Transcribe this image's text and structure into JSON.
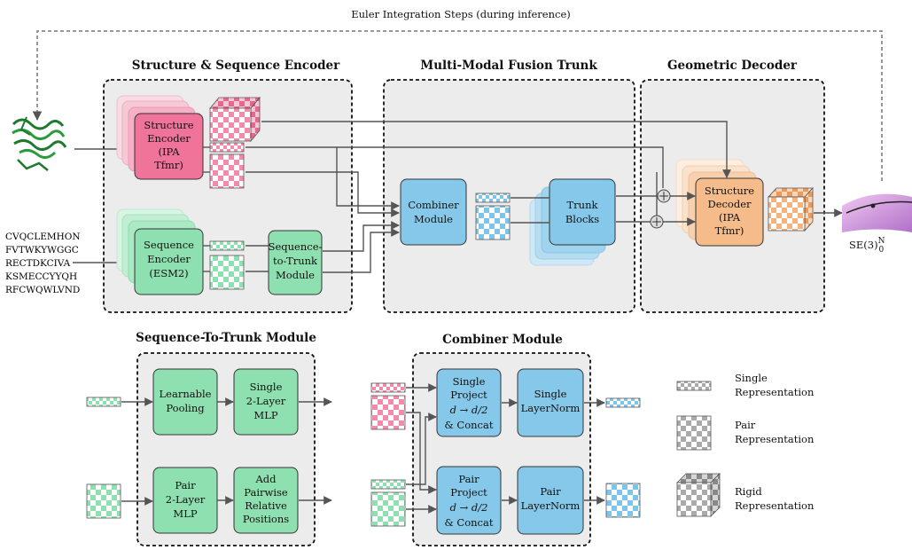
{
  "top_label": "Euler Integration Steps (during inference)",
  "titles": {
    "encoder": "Structure & Sequence Encoder",
    "fusion": "Multi-Modal Fusion Trunk",
    "decoder": "Geometric Decoder",
    "s2t": "Sequence-To-Trunk Module",
    "combiner": "Combiner Module"
  },
  "sequence_lines": [
    "CVQCLEMHON",
    "FVTWKYWGGC",
    "RECTDKCIVA",
    "KSMECCYYQH",
    "RFCWQWLVND"
  ],
  "boxes": {
    "structure_encoder": [
      "Structure",
      "Encoder",
      "(IPA",
      "Tfmr)"
    ],
    "sequence_encoder": [
      "Sequence",
      "Encoder",
      "(ESM2)"
    ],
    "seq_to_trunk": [
      "Sequence-",
      "to-Trunk",
      "Module"
    ],
    "combiner": [
      "Combiner",
      "Module"
    ],
    "trunk_blocks": [
      "Trunk",
      "Blocks"
    ],
    "structure_decoder": [
      "Structure",
      "Decoder",
      "(IPA",
      "Tfmr)"
    ],
    "learnable_pooling": [
      "Learnable",
      "Pooling"
    ],
    "single_mlp": [
      "Single",
      "2-Layer",
      "MLP"
    ],
    "pair_mlp": [
      "Pair",
      "2-Layer",
      "MLP"
    ],
    "add_pairwise": [
      "Add",
      "Pairwise",
      "Relative",
      "Positions"
    ],
    "single_project": [
      "Single",
      "Project",
      "d → d/2",
      "& Concat"
    ],
    "single_layernorm": [
      "Single",
      "LayerNorm"
    ],
    "pair_project": [
      "Pair",
      "Project",
      "d → d/2",
      "& Concat"
    ],
    "pair_layernorm": [
      "Pair",
      "LayerNorm"
    ]
  },
  "output_label": "SE(3)",
  "output_sup": "N",
  "output_sub": "0",
  "legend": {
    "single": [
      "Single",
      "Representation"
    ],
    "pair": [
      "Pair",
      "Representation"
    ],
    "rigid": [
      "Rigid",
      "Representation"
    ]
  },
  "colors": {
    "pink": "#f0739a",
    "green": "#8ee0b0",
    "blue": "#85c8ea",
    "orange": "#f6bb8a",
    "panel": "#ececec"
  }
}
